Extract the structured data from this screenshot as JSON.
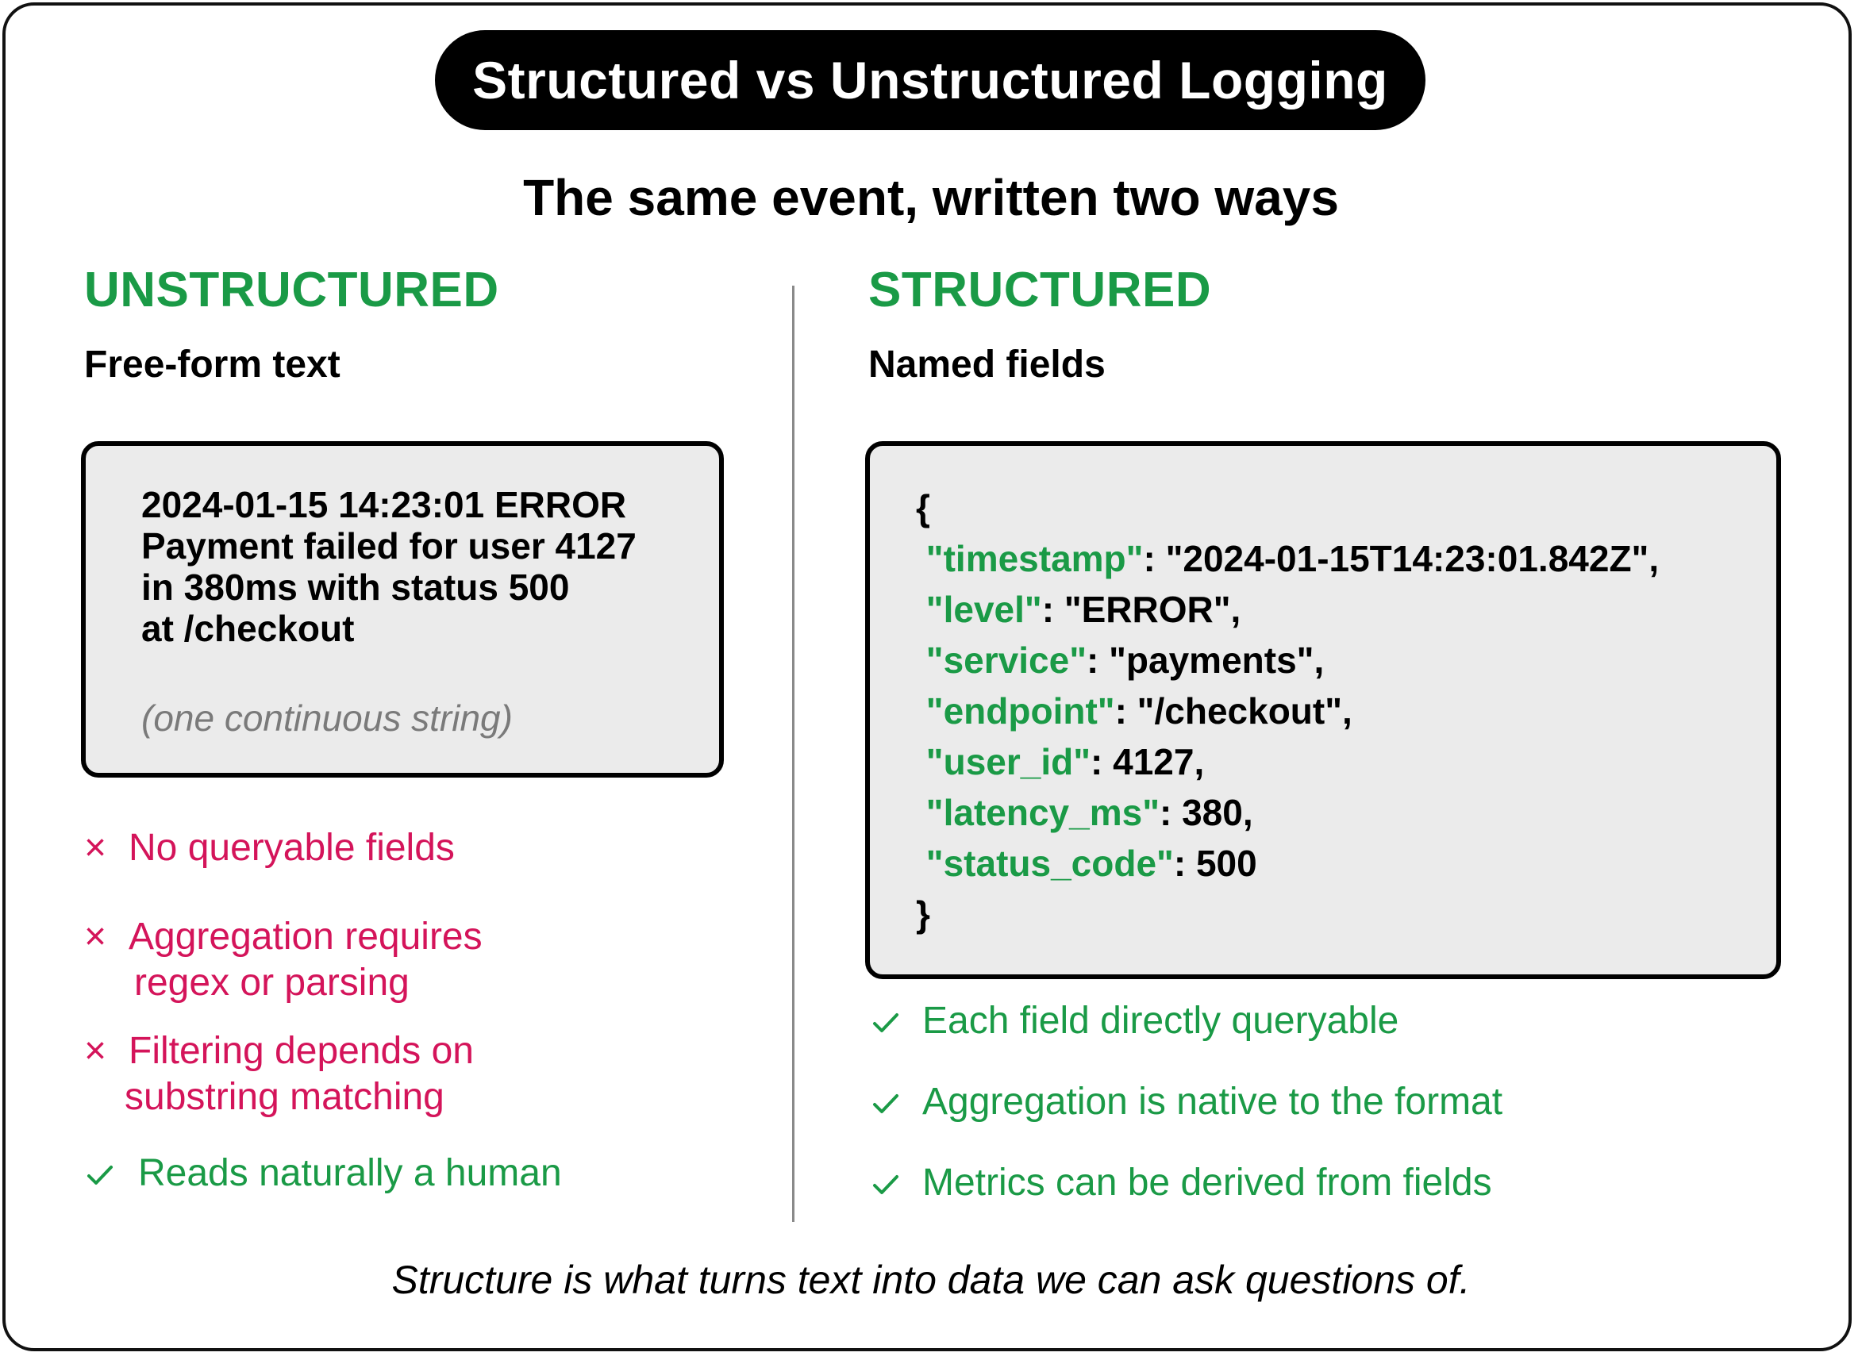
{
  "title": "Structured vs Unstructured Logging",
  "subtitle": "The same event, written two ways",
  "colors": {
    "accent_green": "#1a9a46",
    "negative_pink": "#d4145a",
    "box_fill": "#ebebeb"
  },
  "unstructured": {
    "heading": "UNSTRUCTURED",
    "subheading": "Free-form text",
    "log_lines": [
      "2024-01-15 14:23:01 ERROR",
      "Payment failed for user 4127",
      "in 380ms with status 500",
      "at /checkout"
    ],
    "note": "(one continuous string)",
    "bullets": [
      {
        "icon": "x-icon",
        "line1": "No queryable fields",
        "line2": ""
      },
      {
        "icon": "x-icon",
        "line1": "Aggregation requires",
        "line2": "regex or parsing"
      },
      {
        "icon": "x-icon",
        "line1": "Filtering depends on",
        "line2": "substring matching"
      },
      {
        "icon": "check-icon",
        "line1": "Reads naturally a human",
        "line2": ""
      }
    ]
  },
  "structured": {
    "heading": "STRUCTURED",
    "subheading": "Named fields",
    "open_brace": "{",
    "close_brace": "}",
    "fields": [
      {
        "key": "\"timestamp\"",
        "value": ": \"2024-01-15T14:23:01.842Z\","
      },
      {
        "key": "\"level\"",
        "value": ": \"ERROR\","
      },
      {
        "key": "\"service\"",
        "value": ": \"payments\","
      },
      {
        "key": "\"endpoint\"",
        "value": ": \"/checkout\","
      },
      {
        "key": "\"user_id\"",
        "value": ": 4127,"
      },
      {
        "key": "\"latency_ms\"",
        "value": ": 380,"
      },
      {
        "key": "\"status_code\"",
        "value": ": 500"
      }
    ],
    "bullets": [
      {
        "icon": "check-icon",
        "text": "Each field directly queryable"
      },
      {
        "icon": "check-icon",
        "text": "Aggregation is native to the format"
      },
      {
        "icon": "check-icon",
        "text": "Metrics can be derived from fields"
      }
    ]
  },
  "footer": "Structure is what turns text into data we can ask questions of.",
  "x_glyph": "×"
}
